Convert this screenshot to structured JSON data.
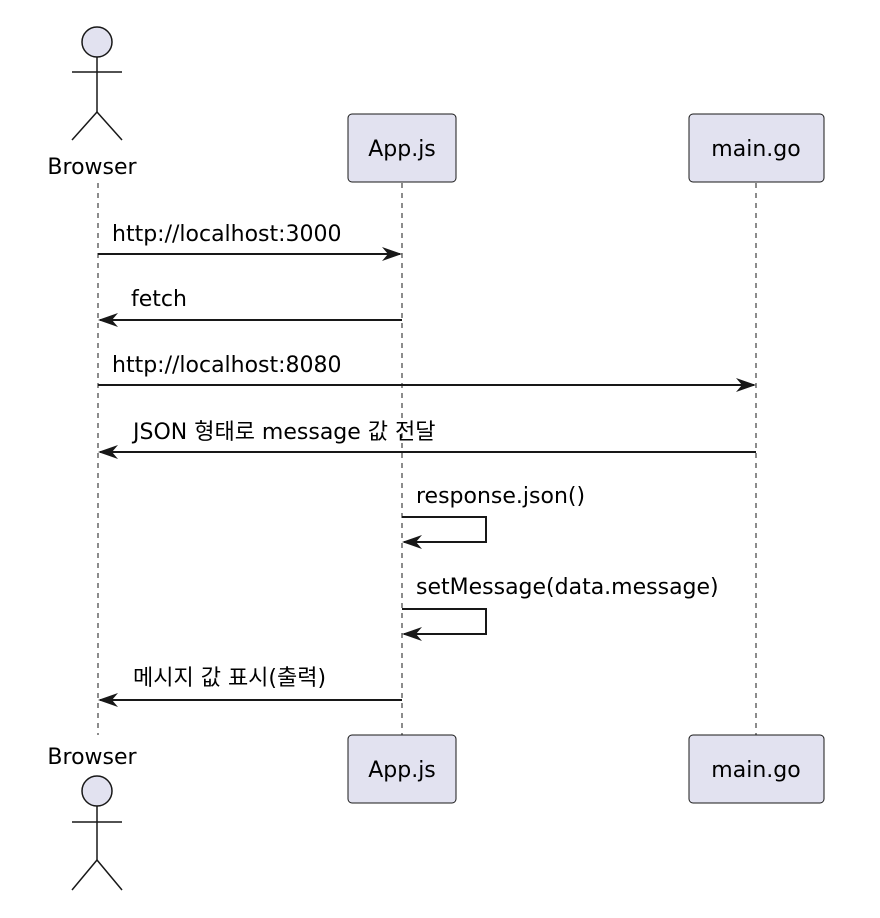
{
  "participants": {
    "browser": {
      "kind": "actor",
      "label": "Browser"
    },
    "app": {
      "kind": "participant",
      "label": "App.js"
    },
    "main": {
      "kind": "participant",
      "label": "main.go"
    }
  },
  "messages": [
    {
      "from": "browser",
      "to": "app",
      "label": "http://localhost:3000"
    },
    {
      "from": "app",
      "to": "browser",
      "label": "fetch"
    },
    {
      "from": "browser",
      "to": "main",
      "label": "http://localhost:8080"
    },
    {
      "from": "main",
      "to": "browser",
      "label": "JSON 형태로 message 값 전달"
    },
    {
      "from": "app",
      "to": "app",
      "label": "response.json()"
    },
    {
      "from": "app",
      "to": "app",
      "label": "setMessage(data.message)"
    },
    {
      "from": "app",
      "to": "browser",
      "label": "메시지 값 표시(출력)"
    }
  ],
  "colors": {
    "participant_fill": "#E2E2F0",
    "line": "#181818",
    "background": "#FFFFFF"
  }
}
